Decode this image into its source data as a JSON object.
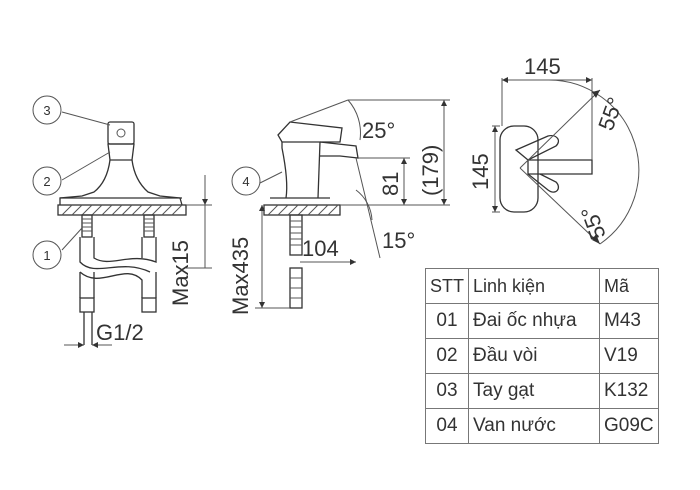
{
  "callouts": [
    "1",
    "2",
    "3",
    "4"
  ],
  "dimensions": {
    "front_thread": "G1/2",
    "front_height": "Max15",
    "side_hose": "Max435",
    "side_reach": "104",
    "side_spout_angle": "15°",
    "side_handle_angle": "25°",
    "side_spout_height": "81",
    "side_total_height": "(179)",
    "top_width": "145",
    "top_depth": "145",
    "top_angle_upper": "55°",
    "top_angle_lower": "55°"
  },
  "parts_table": {
    "headers": {
      "stt": "STT",
      "name": "Linh kiện",
      "code": "Mã"
    },
    "rows": [
      {
        "stt": "01",
        "name": "Đai ốc nhựa",
        "code": "M43"
      },
      {
        "stt": "02",
        "name": "Đầu vòi",
        "code": "V19"
      },
      {
        "stt": "03",
        "name": "Tay gạt",
        "code": "K132"
      },
      {
        "stt": "04",
        "name": "Van nước",
        "code": "G09C"
      }
    ]
  }
}
